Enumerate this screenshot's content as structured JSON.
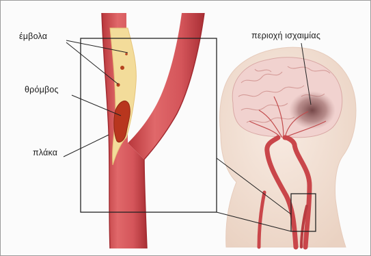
{
  "labels": {
    "emboli": "έμβολα",
    "thrombus": "θρόμβος",
    "plaque": "πλάκα",
    "ischemia_area": "περιοχή ισχαιμίας"
  },
  "colors": {
    "artery_wall": "#c9464a",
    "artery_lumen": "#d65a5c",
    "plaque": "#f3dc9a",
    "thrombus": "#b8361e",
    "head_skin": "#f2ddd0",
    "brain": "#f0cfcd",
    "ischemia": "#7a4a4a",
    "frame": "#333333"
  }
}
